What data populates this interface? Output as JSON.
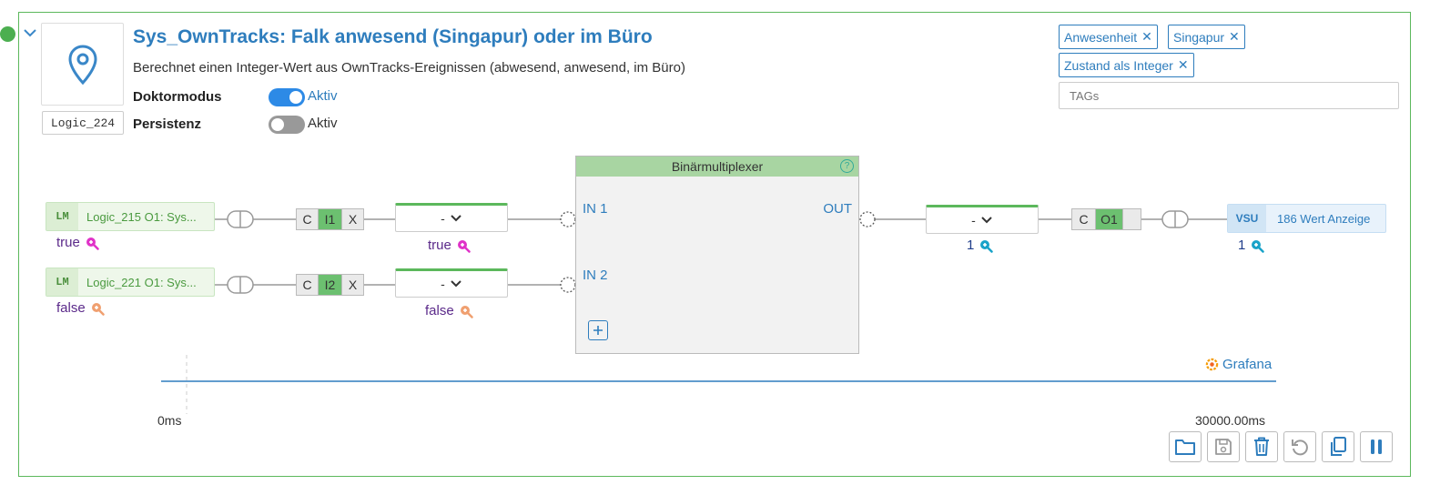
{
  "header": {
    "title": "Sys_OwnTracks: Falk anwesend (Singapur) oder im Büro",
    "description": "Berechnet einen Integer-Wert aus OwnTracks-Ereignissen (abwesend, anwesend, im Büro)",
    "logic_id": "Logic_224",
    "doktormodus": {
      "label": "Doktormodus",
      "state_label": "Aktiv",
      "enabled": true
    },
    "persistenz": {
      "label": "Persistenz",
      "state_label": "Aktiv",
      "enabled": false
    }
  },
  "tags": {
    "items": [
      "Anwesenheit",
      "Singapur",
      "Zustand als Integer"
    ],
    "placeholder": "TAGs"
  },
  "inputs": [
    {
      "badge": "LM",
      "source": "Logic_215 O1: Sys...",
      "value": "true",
      "connector": [
        "C",
        "I1",
        "X"
      ],
      "dropdown": "-",
      "dropdown_value": "true"
    },
    {
      "badge": "LM",
      "source": "Logic_221 O1: Sys...",
      "value": "false",
      "connector": [
        "C",
        "I2",
        "X"
      ],
      "dropdown": "-",
      "dropdown_value": "false"
    }
  ],
  "block": {
    "title": "Binärmultiplexer",
    "help": "?",
    "in1": "IN 1",
    "in2": "IN 2",
    "out": "OUT"
  },
  "output": {
    "dropdown": "-",
    "dropdown_value": "1",
    "connector": [
      "C",
      "O1"
    ],
    "badge": "VSU",
    "target": "186 Wert Anzeige",
    "value": "1"
  },
  "timeline": {
    "grafana_label": "Grafana",
    "start": "0ms",
    "end": "30000.00ms"
  },
  "colors": {
    "accent": "#2e7dbd",
    "frame": "#5cb85c",
    "connector_active": "#6cc070",
    "magnifier_true": "#e033c8",
    "magnifier_false": "#f0a070",
    "magnifier_num": "#1aa3c9"
  }
}
